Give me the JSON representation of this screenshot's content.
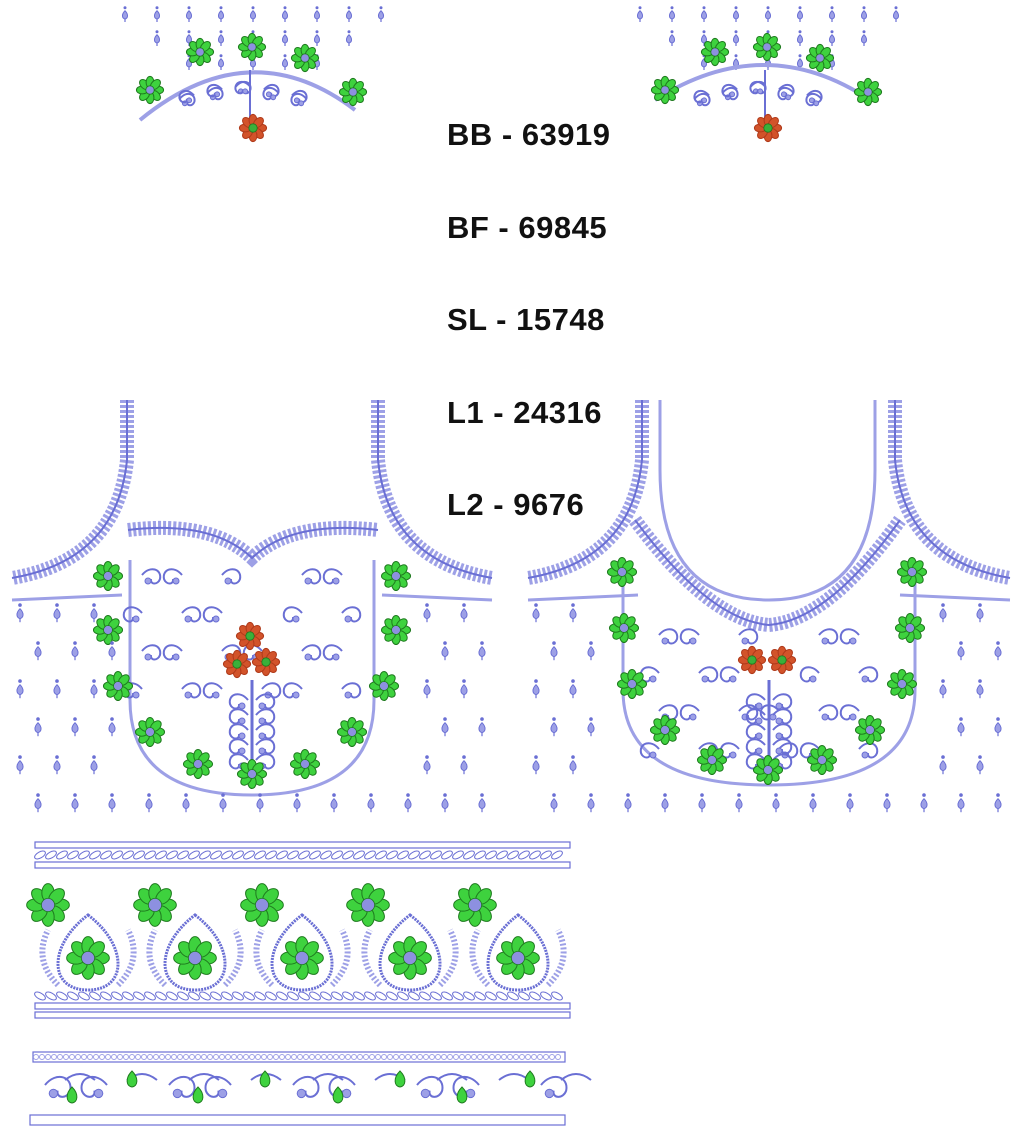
{
  "design_codes": [
    {
      "label": "BB - 63919"
    },
    {
      "label": "BF - 69845"
    },
    {
      "label": "SL - 15748"
    },
    {
      "label": "L1 - 24316"
    },
    {
      "label": "L2 - 9676"
    }
  ],
  "colors": {
    "thread_blue": "#6a6fd4",
    "thread_light": "#9da0e6",
    "flower_green": "#3ed23e",
    "flower_outline": "#1f7a1f",
    "accent_red": "#d2532a",
    "text": "#111111"
  }
}
